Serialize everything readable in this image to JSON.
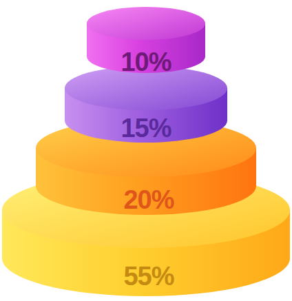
{
  "diagram": {
    "nodes": [
      {
        "text": [
          "10%"
        ]
      },
      {
        "text": [
          "15%"
        ]
      },
      {
        "text": [
          "20%"
        ]
      },
      {
        "text": [
          "55%"
        ]
      }
    ]
  }
}
